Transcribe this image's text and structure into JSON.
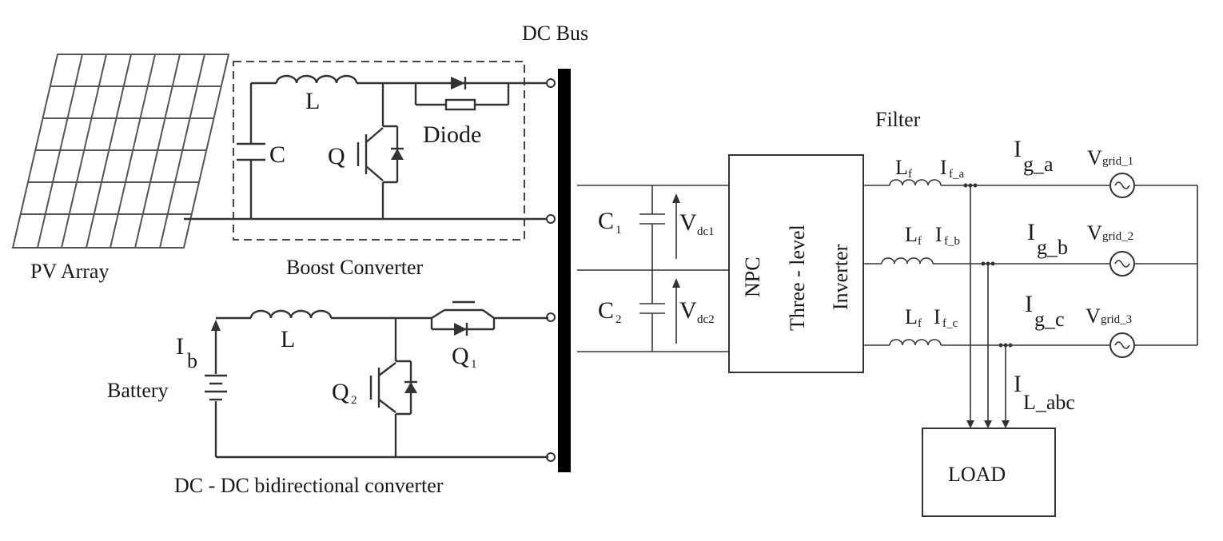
{
  "labels": {
    "dc_bus": "DC Bus",
    "pv_array": "PV Array",
    "boost_converter": "Boost Converter",
    "boost_L": "L",
    "boost_C": "C",
    "boost_Q": "Q",
    "diode": "Diode",
    "filter": "Filter",
    "C1": "C",
    "C1_sub": "1",
    "C2": "C",
    "C2_sub": "2",
    "Vdc1": "V",
    "Vdc1_sub": "dc1",
    "Vdc2": "V",
    "Vdc2_sub": "dc2",
    "npc": "NPC",
    "three_level": "Three - level",
    "inverter": "Inverter",
    "Lf": "L",
    "Lf_sub": "f",
    "If_a": "I",
    "If_a_sub": "f_a",
    "If_b": "I",
    "If_b_sub": "f_b",
    "If_c": "I",
    "If_c_sub": "f_c",
    "Ig_a": "I",
    "Ig_a_sub": "g_a",
    "Ig_b": "I",
    "Ig_b_sub": "g_b",
    "Ig_c": "I",
    "Ig_c_sub": "g_c",
    "Vgrid1": "V",
    "Vgrid1_sub": "grid_1",
    "Vgrid2": "V",
    "Vgrid2_sub": "grid_2",
    "Vgrid3": "V",
    "Vgrid3_sub": "grid_3",
    "IL_abc": "I",
    "IL_abc_sub": "L_abc",
    "load": "LOAD",
    "Ib": "I",
    "Ib_sub": "b",
    "battery": "Battery",
    "bidir_L": "L",
    "Q1": "Q",
    "Q1_sub": "1",
    "Q2": "Q",
    "Q2_sub": "2",
    "dcdc": "DC - DC bidirectional converter"
  }
}
